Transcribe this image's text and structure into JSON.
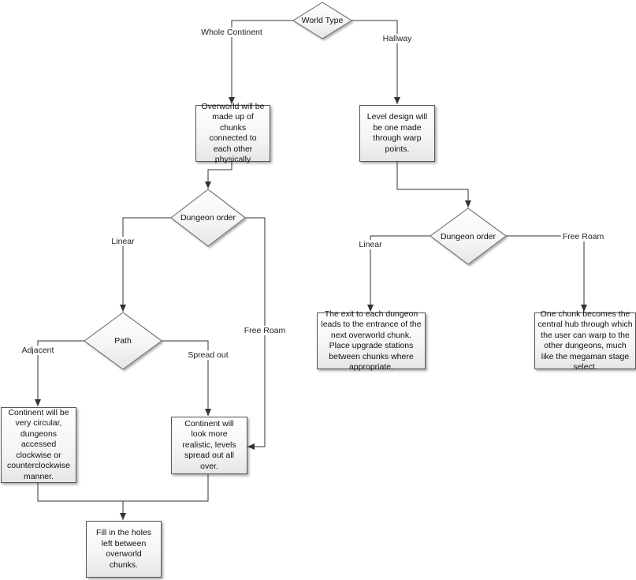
{
  "decisions": {
    "world_type": "World Type",
    "dungeon_order_left": "Dungeon order",
    "dungeon_order_right": "Dungeon order",
    "path": "Path"
  },
  "boxes": {
    "overworld": "Overworld will be made up of chunks connected to each other physically",
    "level_design": "Level design will be one made through warp points.",
    "continent_circular": "Continent will be very circular, dungeons accessed clockwise or counterclockwise manner.",
    "continent_realistic": "Continent will look more realistic, levels spread out all over.",
    "fill_holes": "Fill in the holes left between overworld chunks.",
    "exit_each_dungeon": "The exit to each dungeon leads to the entrance of the next overworld chunk.  Place upgrade stations between chunks where appropriate.",
    "central_hub": "One chunk becomes the central hub through which the user can warp to the other dungeons, much like the megaman stage select."
  },
  "edge_labels": {
    "whole_continent": "Whole Continent",
    "hallway": "Hallway",
    "linear_left": "Linear",
    "free_roam_left": "Free Roam",
    "adjacent": "Adjacent",
    "spread_out": "Spread out",
    "linear_right": "Linear",
    "free_roam_right": "Free Roam"
  }
}
